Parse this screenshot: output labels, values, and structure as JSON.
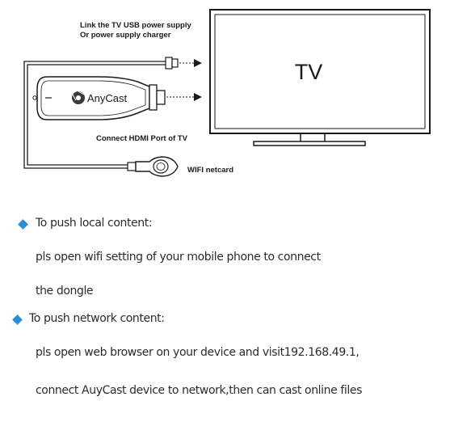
{
  "diagram": {
    "tv_label": "TV",
    "power_label_line1": "Link the TV USB power supply",
    "power_label_line2": "Or power supply charger",
    "dongle_brand": "AnyCast",
    "hdmi_label": "Connect HDMI Port of TV",
    "wifi_label": "WIFI netcard"
  },
  "colors": {
    "bullet": "#2a8fd6",
    "line": "#1a1a1a"
  },
  "instructions": {
    "local_heading": "To push local content:",
    "local_line1": "pls open wifi setting of your mobile phone to connect",
    "local_line2": "the dongle",
    "network_heading": "To push network content:",
    "network_line1": "pls open web browser on your device and visit192.168.49.1,",
    "network_line2": "connect AuyCast device to network,then can cast online files"
  }
}
